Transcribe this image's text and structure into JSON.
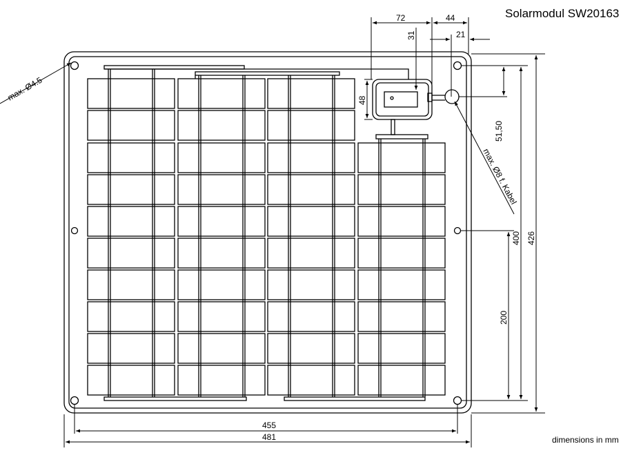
{
  "title": "Solarmodul SW20163",
  "units_note": "dimensions in mm",
  "notes": {
    "hole": "max. Ø4.5",
    "cable": "max. Ø8 f. Kabel"
  },
  "dimensions": {
    "width_holes": "455",
    "width_total": "481",
    "height_holes": "400",
    "height_total": "426",
    "hole_mid": "200",
    "box_offset": "51,50",
    "box_width": "72",
    "box_right": "44",
    "cable_offset": "21",
    "box_top": "31",
    "box_height": "48"
  },
  "colors": {
    "line": "#000000",
    "background": "#ffffff"
  }
}
